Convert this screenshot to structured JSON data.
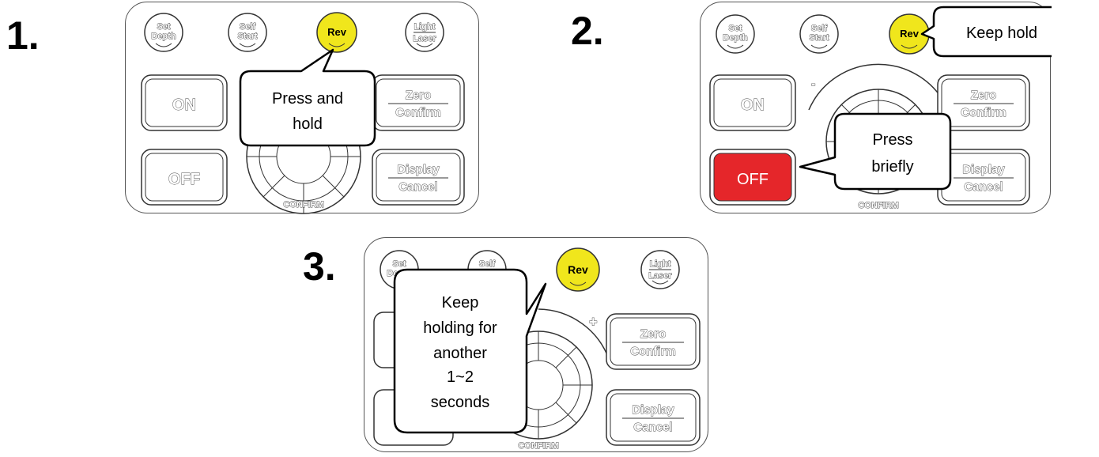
{
  "steps": [
    {
      "number": "1.",
      "callouts": [
        {
          "line1": "Press and",
          "line2": "hold"
        }
      ]
    },
    {
      "number": "2.",
      "callouts": [
        {
          "line1": "Keep hold",
          "line2": ""
        },
        {
          "line1": "Press",
          "line2": "briefly"
        }
      ]
    },
    {
      "number": "3.",
      "callouts": [
        {
          "line1": "Keep",
          "line2": "holding for",
          "line3": "another",
          "line4": "1~2",
          "line5": "seconds"
        }
      ]
    }
  ],
  "panel": {
    "set_depth": [
      "Set",
      "Depth"
    ],
    "self_start": [
      "Self",
      "Start"
    ],
    "rev": "Rev",
    "light_laser": [
      "Light",
      "Laser"
    ],
    "on": "ON",
    "off": "OFF",
    "zero_confirm": [
      "Zero",
      "Confirm"
    ],
    "display_cancel": [
      "Display",
      "Cancel"
    ],
    "confirm": "CONFIRM",
    "minus": "-",
    "plus": "+"
  },
  "colors": {
    "highlight_yellow": "#f0e61c",
    "off_active_red": "#e5262a"
  }
}
